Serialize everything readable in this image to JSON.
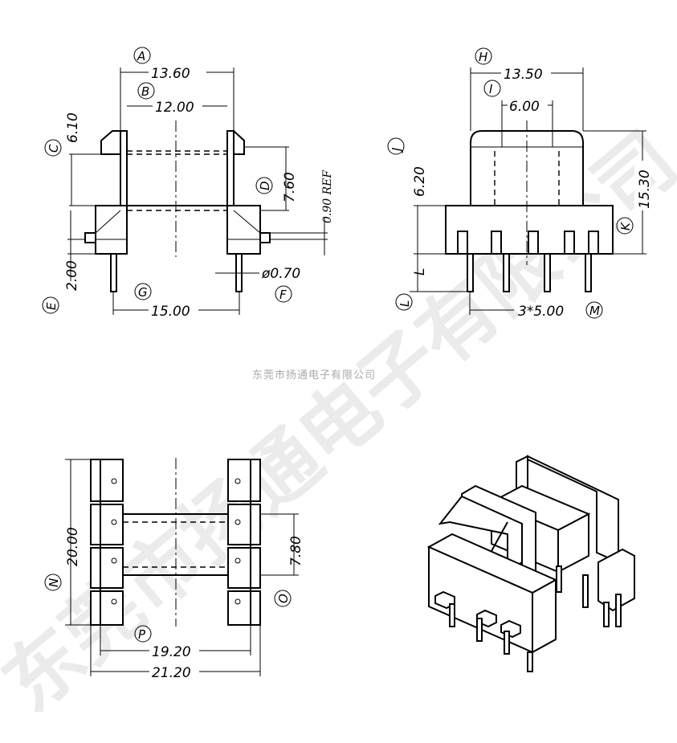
{
  "watermark": {
    "company_small": "东莞市扬通电子有限公司",
    "company_large": "东莞市扬通电子有限公司"
  },
  "front_view": {
    "dimensions": {
      "A": "13.60",
      "B": "12.00",
      "C": "6.10",
      "D": "7.60",
      "ref": "0.90 REF",
      "E": "2.00",
      "F": "ø0.70",
      "G": "15.00"
    },
    "labels": {
      "A": "A",
      "B": "B",
      "C": "C",
      "D": "D",
      "E": "E",
      "F": "F",
      "G": "G"
    }
  },
  "side_view": {
    "dimensions": {
      "H": "13.50",
      "I": "6.00",
      "J": "6.20",
      "K": "15.30",
      "L": "L",
      "M": "3*5.00"
    },
    "labels": {
      "H": "H",
      "I": "I",
      "J": "J",
      "K": "K",
      "L": "L",
      "M": "M"
    }
  },
  "top_view": {
    "dimensions": {
      "N": "20.00",
      "O": "7.80",
      "P": "19.20",
      "total": "21.20"
    },
    "labels": {
      "N": "N",
      "O": "O",
      "P": "P"
    }
  }
}
